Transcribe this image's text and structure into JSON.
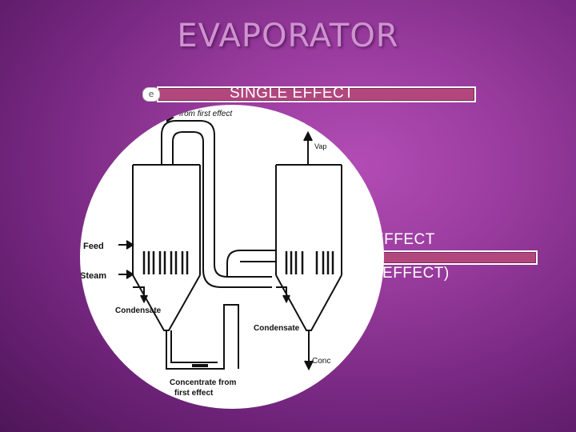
{
  "slide": {
    "title": "EVAPORATOR",
    "bullets": [
      {
        "text": "SINGLE EFFECT"
      },
      {
        "text": "E EFFECT"
      },
      {
        "text": "LE EFFECT)"
      }
    ]
  },
  "diagram": {
    "labels": {
      "vapor_from_first": "from first effect",
      "vapor_out": "Vap",
      "feed": "Feed",
      "steam": "Steam",
      "condensate_left": "Condensate",
      "condensate_right": "Condensate",
      "concentrate_out": "Conc",
      "concentrate_from_1": "Concentrate  from",
      "concentrate_from_2": "first  effect"
    }
  },
  "colors": {
    "accent": "#b2477e",
    "background": "#9a3c9f",
    "title": "#cf93cf"
  }
}
